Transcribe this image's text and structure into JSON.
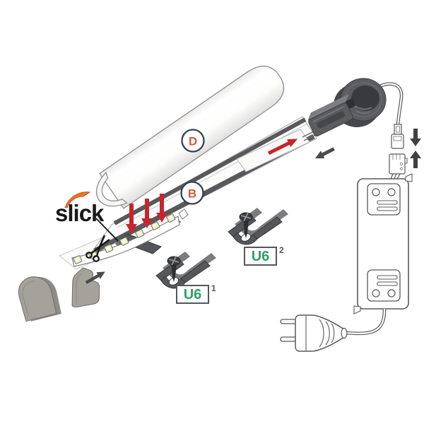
{
  "diagram": {
    "brand": {
      "name": "slick"
    },
    "part_labels": {
      "cover": "D",
      "profile": "B"
    },
    "clip_labels": {
      "name": "U6",
      "first_index": "1",
      "second_index": "2"
    },
    "icons": {
      "scissors": "✂",
      "press_down_arrow": "↓",
      "insert_strip_arrow": "↗",
      "slide_endcap_arrow": "↘",
      "connect_plug_arrows": "⇅",
      "endcap_push_arrow": "↗"
    },
    "colors": {
      "accent_red": "#C9242B",
      "label_orange": "#D7593B",
      "label_ring": "#3A4050",
      "brand_text": "#1A1A1A",
      "brand_swoosh": "#EE7522",
      "clip_green": "#2F9E68",
      "hardware_dark_gray": "#58595B",
      "endcap_gray": "#A5A19B",
      "led_chip": "#ECEFC4",
      "outline_gray": "#8D8E90"
    }
  }
}
